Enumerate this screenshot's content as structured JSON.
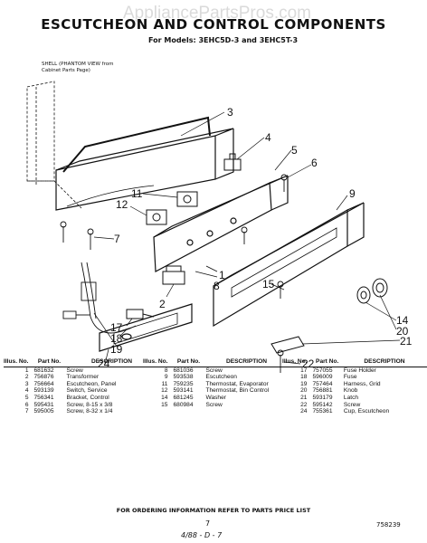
{
  "watermark": "AppliancePartsPros.com",
  "title": "ESCUTCHEON AND CONTROL COMPONENTS",
  "models": "For Models: 3EHC5D-3 and 3EHC5T-3",
  "shell_note": "SHELL (PHANTOM VIEW from Cabinet Parts Page)",
  "callouts": [
    "1",
    "2",
    "3",
    "4",
    "5",
    "6",
    "7",
    "8",
    "9",
    "11",
    "12",
    "14",
    "15",
    "17",
    "18",
    "19",
    "20",
    "21",
    "22",
    "24"
  ],
  "table_headers": {
    "illus": "Illus. No.",
    "part": "Part No.",
    "desc": "DESCRIPTION"
  },
  "parts_left": [
    {
      "illus": "1",
      "part": "681632",
      "desc": "Screw"
    },
    {
      "illus": "2",
      "part": "756876",
      "desc": "Transformer"
    },
    {
      "illus": "3",
      "part": "756664",
      "desc": "Escutcheon, Panel"
    },
    {
      "illus": "4",
      "part": "593139",
      "desc": "Switch, Service"
    },
    {
      "illus": "5",
      "part": "756341",
      "desc": "Bracket, Control"
    },
    {
      "illus": "6",
      "part": "595431",
      "desc": "Screw, 8-15 x 3/8"
    },
    {
      "illus": "7",
      "part": "595005",
      "desc": "Screw, 8-32 x 1/4"
    }
  ],
  "parts_middle": [
    {
      "illus": "8",
      "part": "681036",
      "desc": "Screw"
    },
    {
      "illus": "9",
      "part": "593538",
      "desc": "Escutcheon"
    },
    {
      "illus": "11",
      "part": "759235",
      "desc": "Thermostat, Evaporator"
    },
    {
      "illus": "12",
      "part": "593141",
      "desc": "Thermostat, Bin Control"
    },
    {
      "illus": "14",
      "part": "681245",
      "desc": "Washer"
    },
    {
      "illus": "15",
      "part": "680984",
      "desc": "Screw"
    }
  ],
  "parts_right": [
    {
      "illus": "17",
      "part": "757055",
      "desc": "Fuse Holder"
    },
    {
      "illus": "18",
      "part": "596009",
      "desc": "Fuse"
    },
    {
      "illus": "19",
      "part": "757464",
      "desc": "Harness, Grid"
    },
    {
      "illus": "20",
      "part": "756881",
      "desc": "Knob"
    },
    {
      "illus": "21",
      "part": "593179",
      "desc": "Latch"
    },
    {
      "illus": "22",
      "part": "595142",
      "desc": "Screw"
    },
    {
      "illus": "24",
      "part": "755361",
      "desc": "Cup, Escutcheon"
    }
  ],
  "order_note": "FOR ORDERING INFORMATION REFER TO PARTS PRICE LIST",
  "page_number": "7",
  "ref_number": "758239",
  "handwritten": "4/88 - D - 7"
}
